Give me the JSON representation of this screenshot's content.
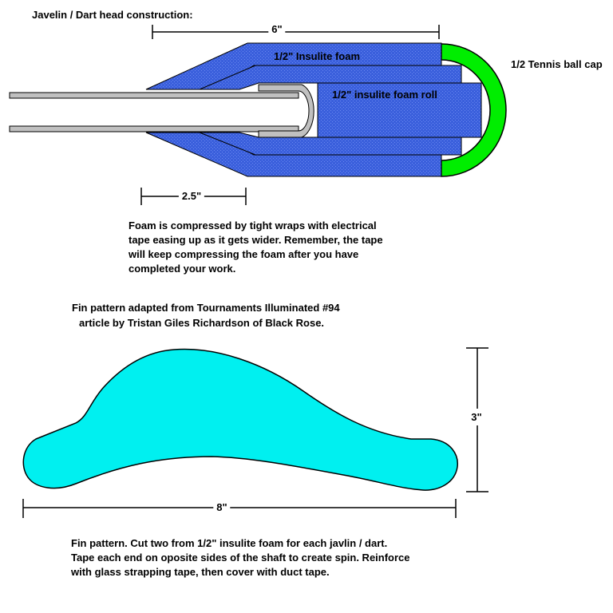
{
  "title": "Javelin / Dart head construction:",
  "head": {
    "length_label": "6\"",
    "taper_label": "2.5\"",
    "outer_foam_label": "1/2\" Insulite foam",
    "inner_foam_label": "1/2\" insulite foam roll",
    "cap_label": "1/2 Tennis ball cap",
    "note_lines": [
      "Foam is compressed by tight wraps with electrical",
      "tape easing up as it gets wider. Remember, the tape",
      "will keep compressing the foam after you have",
      "completed your work."
    ]
  },
  "fin": {
    "source_lines": [
      "Fin pattern adapted from Tournaments Illuminated #94",
      "article by Tristan Giles Richardson of Black Rose."
    ],
    "height_label": "3\"",
    "width_label": "8\"",
    "note_lines": [
      "Fin pattern. Cut two from 1/2\" insulite foam for each javlin / dart.",
      "Tape each end on oposite sides of the shaft to create spin. Reinforce",
      "with glass strapping tape, then cover with duct tape."
    ]
  },
  "colors": {
    "foam": "#3a5fdc",
    "foam_hatch": "#5577ee",
    "cap": "#00ee00",
    "fin": "#00f0f0",
    "shaft": "#c0c0c0"
  }
}
